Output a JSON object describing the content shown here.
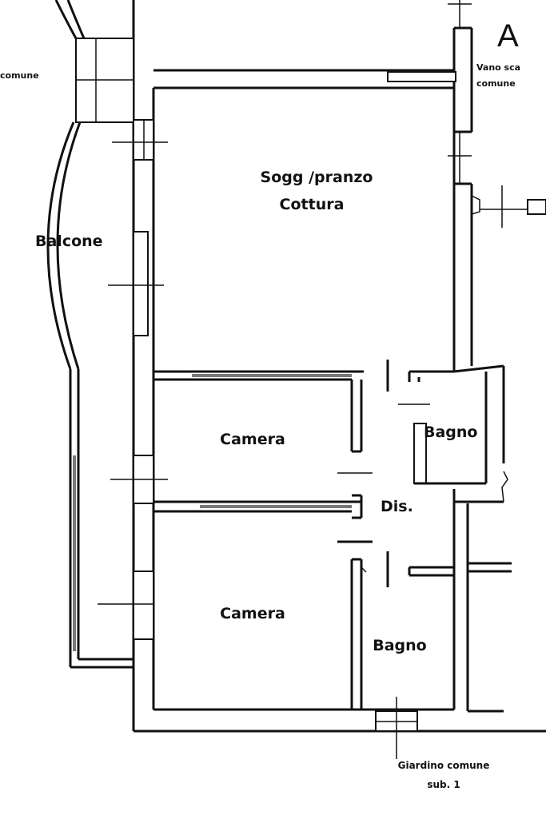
{
  "plan": {
    "section_letter": "A",
    "labels": {
      "living": "Sogg /pranzo",
      "kitchen": "Cottura",
      "balcony": "Balcone",
      "bedroom_1": "Camera",
      "bedroom_2": "Camera",
      "bathroom_1": "Bagno",
      "bathroom_2": "Bagno",
      "hall": "Dis.",
      "stair_1": "Vano sca",
      "stair_2": "comune",
      "common_left": "comune",
      "garden_1": "Giardino comune",
      "garden_2": "sub. 1"
    }
  }
}
